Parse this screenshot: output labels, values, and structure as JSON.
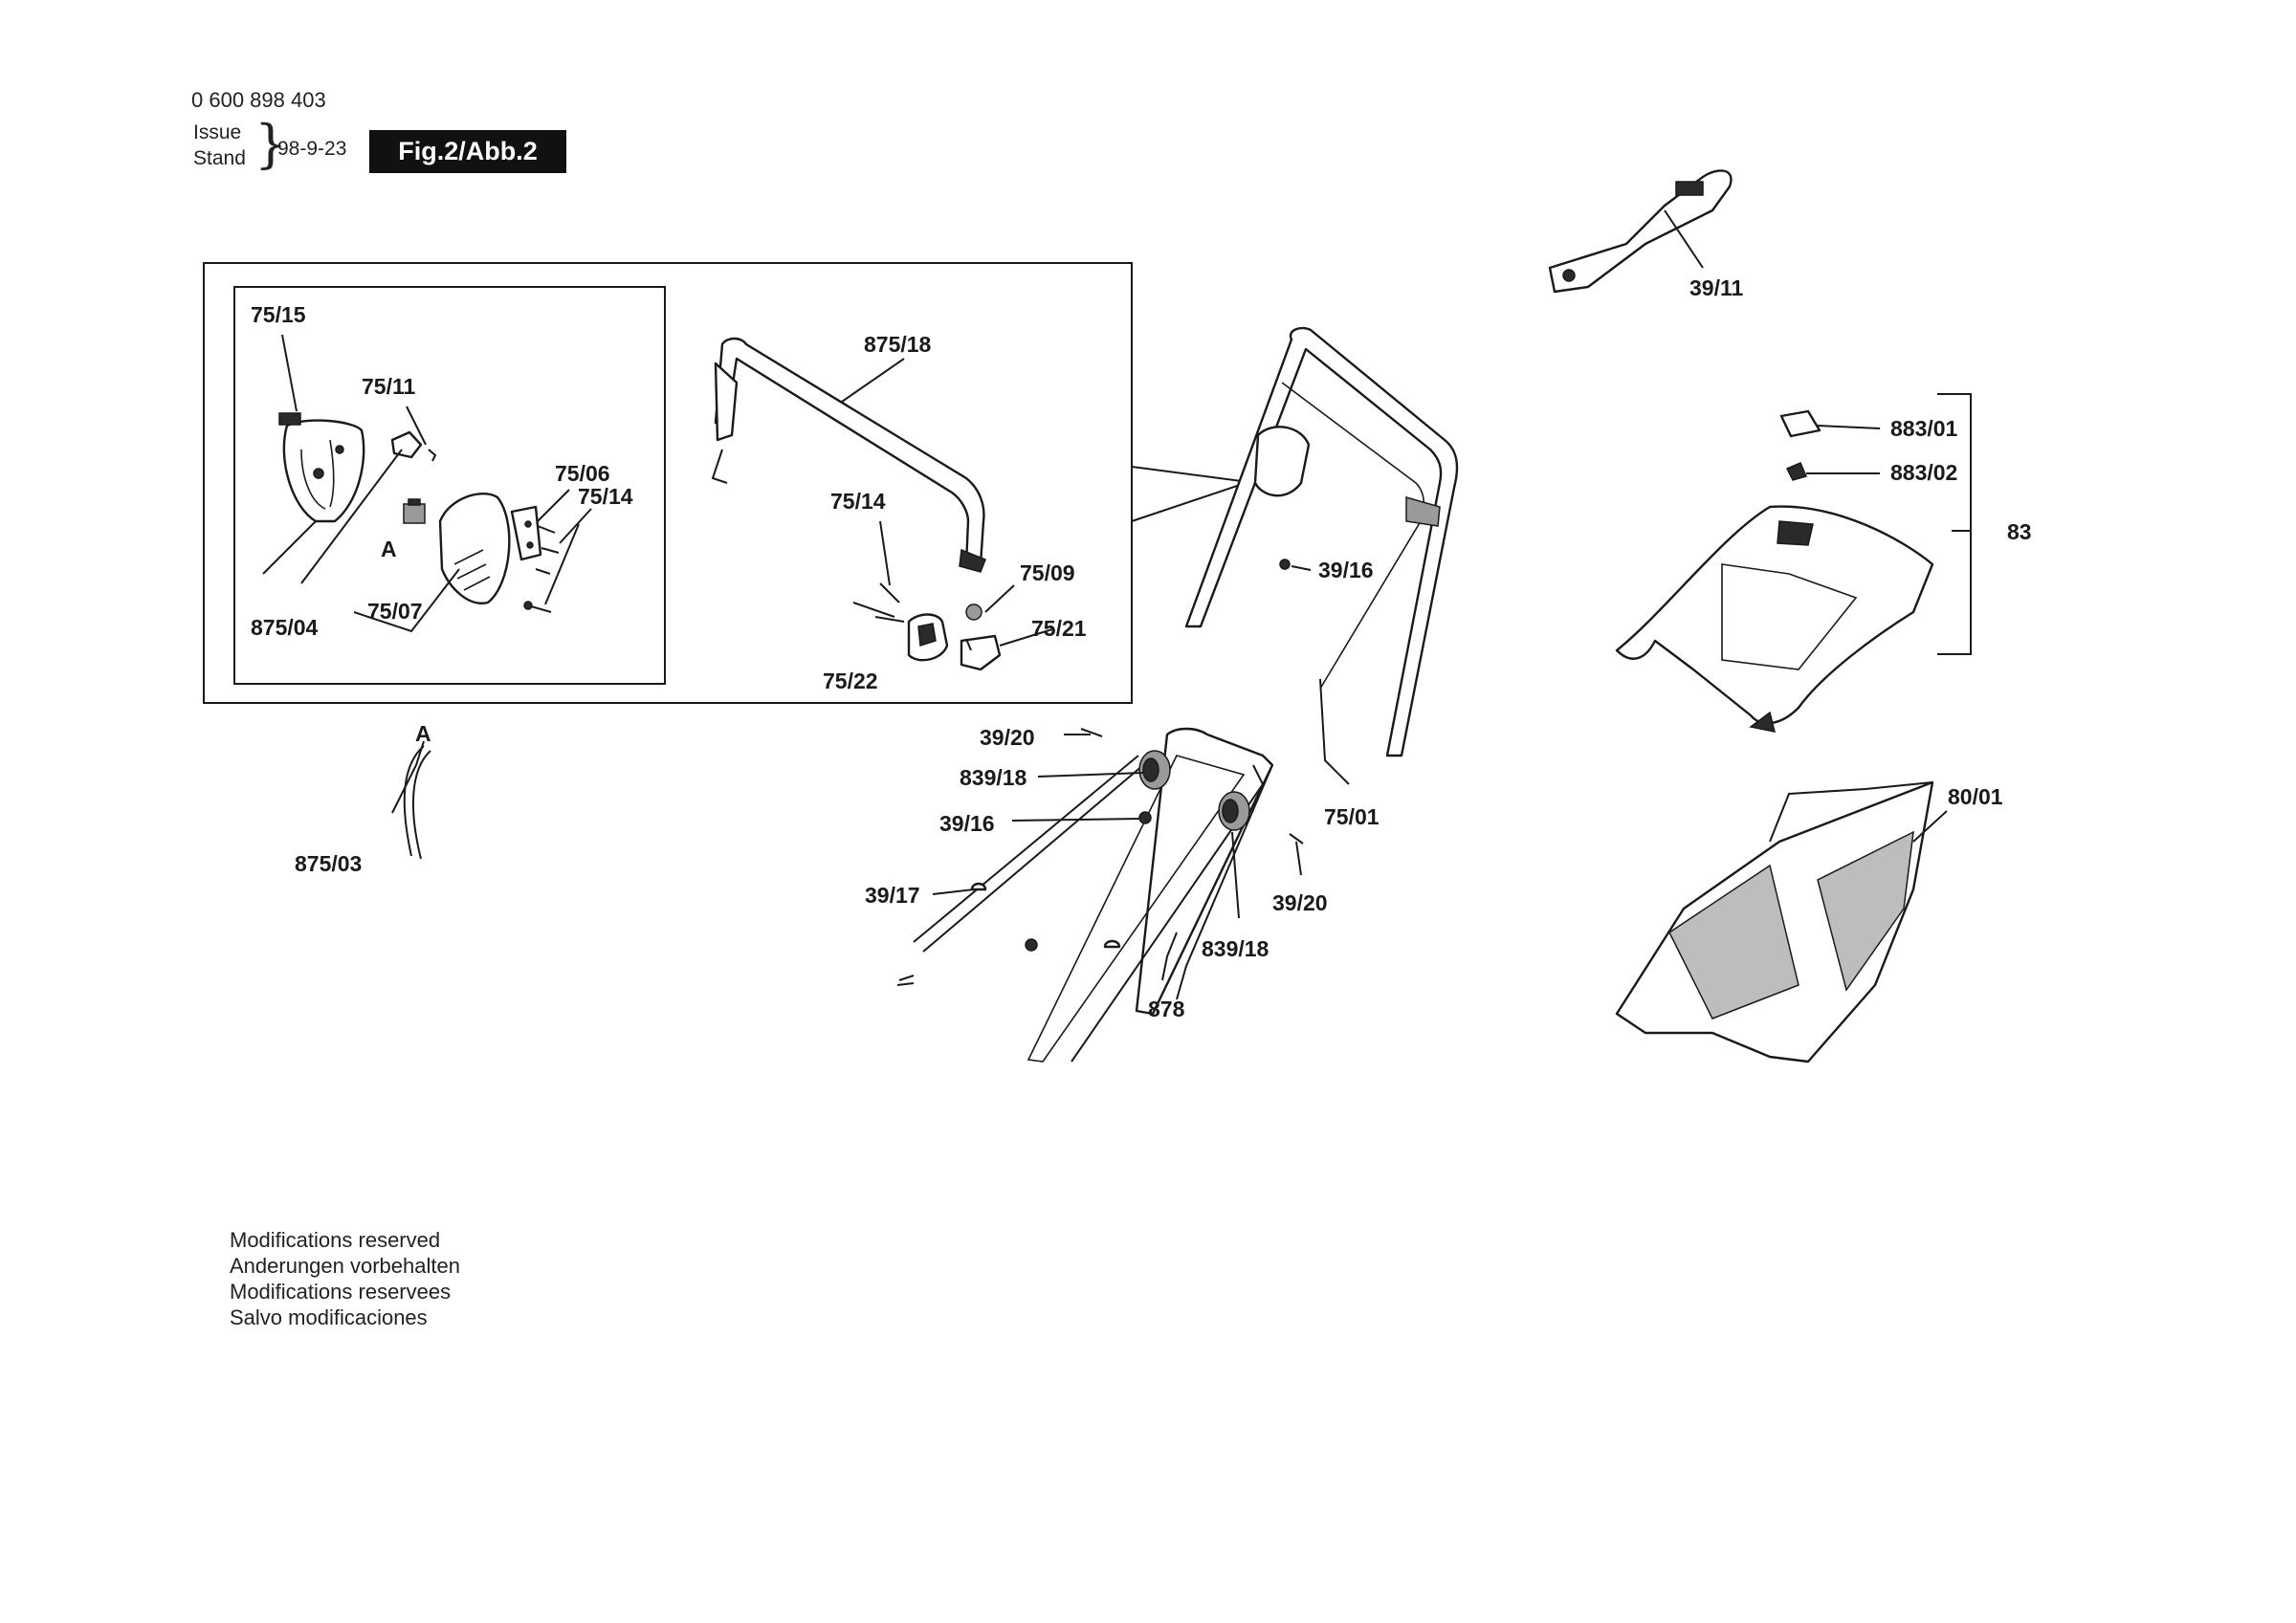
{
  "header": {
    "part_number": "0 600 898 403",
    "issue_label": "Issue",
    "stand_label": "Stand",
    "issue_date": "98-9-23",
    "figure_badge": "Fig.2/Abb.2"
  },
  "callouts": {
    "c_75_15": "75/15",
    "c_75_11": "75/11",
    "c_75_06": "75/06",
    "c_75_14_a": "75/14",
    "c_A_inset": "A",
    "c_75_07": "75/07",
    "c_875_04": "875/04",
    "c_875_18": "875/18",
    "c_75_14_b": "75/14",
    "c_75_09": "75/09",
    "c_75_21": "75/21",
    "c_75_22": "75/22",
    "c_A_cable": "A",
    "c_875_03": "875/03",
    "c_39_11": "39/11",
    "c_39_16_a": "39/16",
    "c_39_20_a": "39/20",
    "c_839_18_a": "839/18",
    "c_39_16_b": "39/16",
    "c_39_17": "39/17",
    "c_75_01": "75/01",
    "c_39_20_b": "39/20",
    "c_839_18_b": "839/18",
    "c_878": "878",
    "c_883_01": "883/01",
    "c_883_02": "883/02",
    "c_83": "83",
    "c_80_01": "80/01"
  },
  "footer": {
    "line_en": "Modifications reserved",
    "line_de": "Anderungen vorbehalten",
    "line_fr": "Modifications reservees",
    "line_es": "Salvo modificaciones"
  }
}
